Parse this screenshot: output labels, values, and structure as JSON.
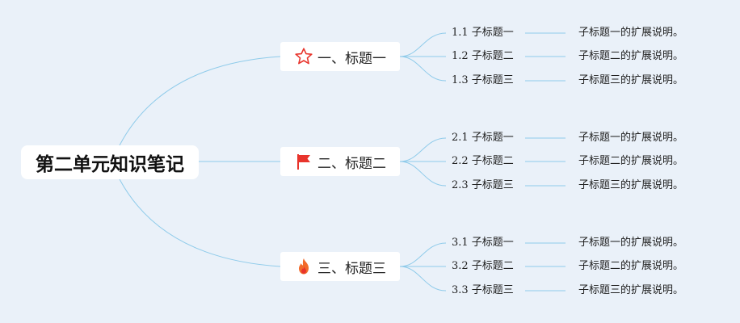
{
  "root": {
    "label": "第二单元知识笔记"
  },
  "branches": [
    {
      "label": "一、标题一",
      "icon": "star-outline-icon",
      "children": [
        {
          "label": "1.1 子标题一",
          "note": "子标题一的扩展说明。"
        },
        {
          "label": "1.2 子标题二",
          "note": "子标题二的扩展说明。"
        },
        {
          "label": "1.3 子标题三",
          "note": "子标题三的扩展说明。"
        }
      ]
    },
    {
      "label": "二、标题二",
      "icon": "red-flag-icon",
      "children": [
        {
          "label": "2.1 子标题一",
          "note": "子标题一的扩展说明。"
        },
        {
          "label": "2.2 子标题二",
          "note": "子标题二的扩展说明。"
        },
        {
          "label": "2.3 子标题三",
          "note": "子标题三的扩展说明。"
        }
      ]
    },
    {
      "label": "三、标题三",
      "icon": "fire-icon",
      "children": [
        {
          "label": "3.1 子标题一",
          "note": "子标题一的扩展说明。"
        },
        {
          "label": "3.2 子标题二",
          "note": "子标题二的扩展说明。"
        },
        {
          "label": "3.3 子标题三",
          "note": "子标题三的扩展说明。"
        }
      ]
    }
  ],
  "colors": {
    "background": "#eaf1f9",
    "connector": "#8fcbea",
    "icon_red": "#e8342c",
    "icon_orange": "#f26a2a"
  }
}
